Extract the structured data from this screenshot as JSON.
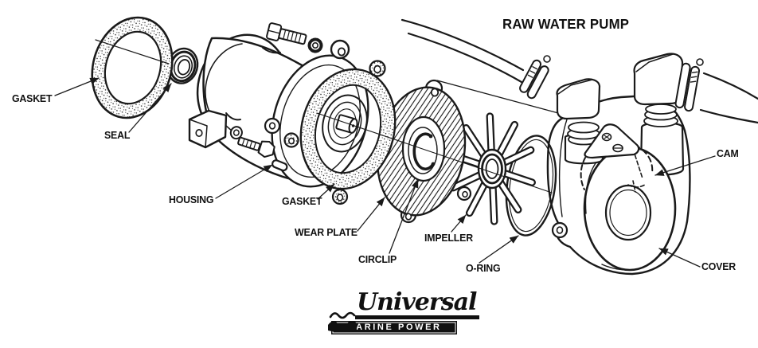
{
  "title": "RAW WATER PUMP",
  "parts": {
    "gasket_left": "GASKET",
    "seal": "SEAL",
    "housing": "HOUSING",
    "gasket_center": "GASKET",
    "wear_plate": "WEAR PLATE",
    "circlip": "CIRCLIP",
    "impeller": "IMPELLER",
    "o_ring": "O-RING",
    "cam": "CAM",
    "cover": "COVER"
  },
  "logo": {
    "brand": "Universal",
    "tagline": "MARINE POWER"
  },
  "colors": {
    "ink": "#1a1a1a",
    "background": "#ffffff"
  }
}
